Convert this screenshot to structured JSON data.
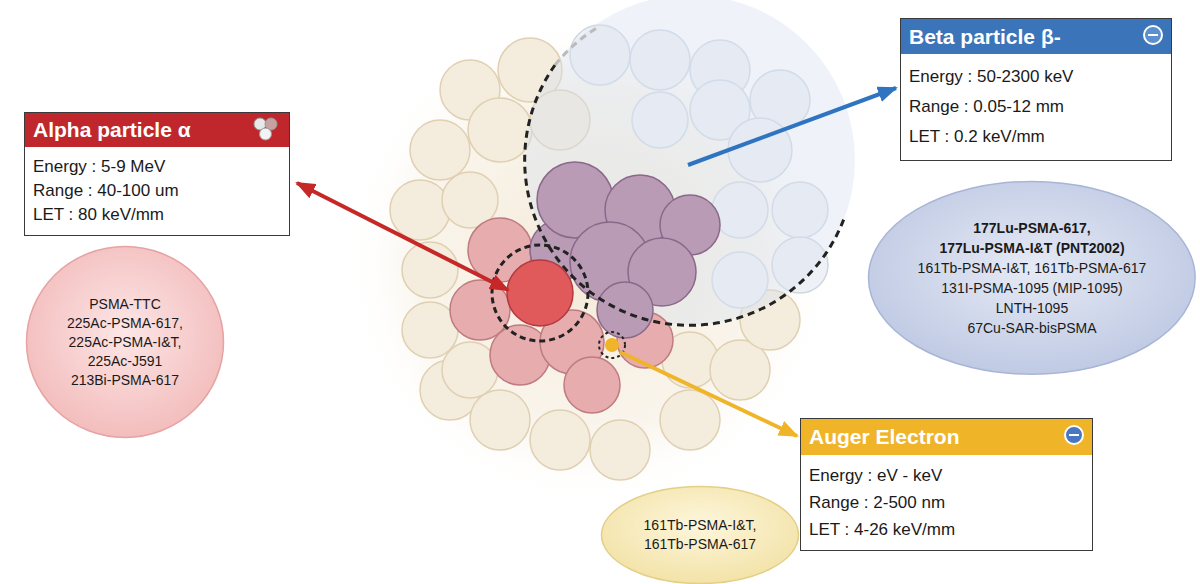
{
  "diagram": {
    "nodes": [
      {
        "text": [
          "Alpha particle α",
          "Energy : 5-9 MeV",
          "Range : 40-100 um",
          "LET : 80 keV/mm"
        ]
      },
      {
        "text": [
          "PSMA-TTC",
          "225Ac-PSMA-617,",
          "225Ac-PSMA-I&T,",
          "225Ac-J591",
          "213Bi-PSMA-617"
        ]
      },
      {
        "text": [
          "Beta particle β-",
          "Energy : 50-2300 keV",
          "Range : 0.05-12 mm",
          "LET : 0.2 keV/mm"
        ]
      },
      {
        "text": [
          "177Lu-PSMA-617,",
          "177Lu-PSMA-I&T (PNT2002)",
          "161Tb-PSMA-I&T, 161Tb-PSMA-617",
          "131I-PSMA-1095 (MIP-1095)",
          "LNTH-1095",
          "67Cu-SAR-bisPSMA"
        ]
      },
      {
        "text": [
          "Auger Electron",
          "Energy : eV - keV",
          "Range : 2-500 nm",
          "LET : 4-26 keV/mm"
        ]
      },
      {
        "text": [
          "161Tb-PSMA-I&T,",
          "161Tb-PSMA-617"
        ]
      }
    ]
  }
}
